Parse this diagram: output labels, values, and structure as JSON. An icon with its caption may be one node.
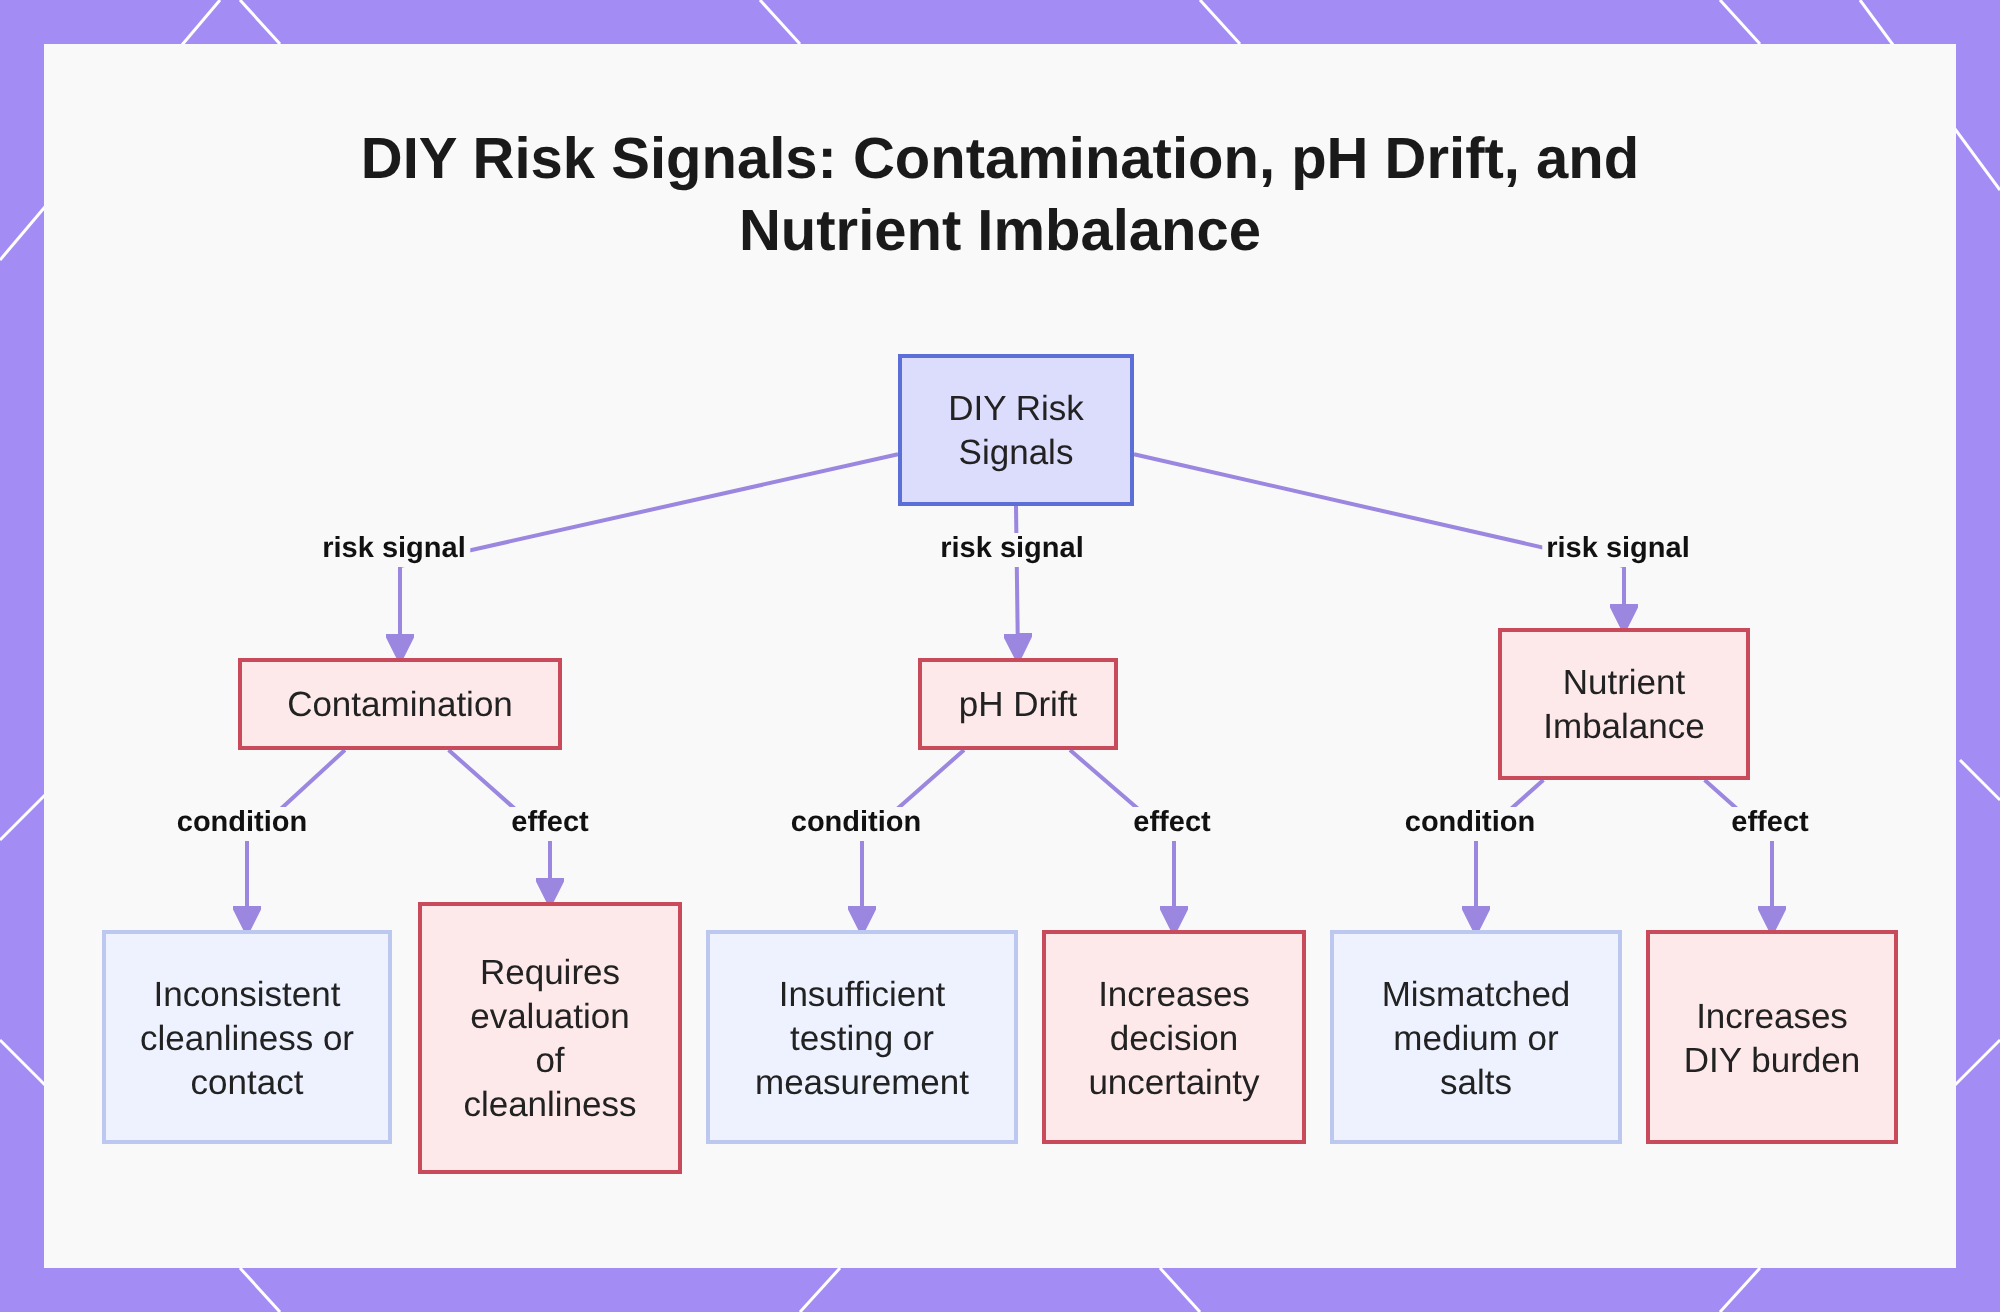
{
  "diagram": {
    "title": "DIY Risk Signals: Contamination, pH Drift, and Nutrient Imbalance",
    "nodes": [
      {
        "text": [
          "DIY Risk Signals"
        ]
      },
      {
        "text": [
          "Contamination"
        ]
      },
      {
        "text": [
          "pH Drift"
        ]
      },
      {
        "text": [
          "Nutrient Imbalance"
        ]
      },
      {
        "text": [
          "Inconsistent cleanliness or contact"
        ]
      },
      {
        "text": [
          "Requires evaluation of cleanliness"
        ]
      },
      {
        "text": [
          "Insufficient testing or measurement"
        ]
      },
      {
        "text": [
          "Increases decision uncertainty"
        ]
      },
      {
        "text": [
          "Mismatched medium or salts"
        ]
      },
      {
        "text": [
          "Increases DIY burden"
        ]
      }
    ],
    "edges": [
      {
        "from": 0,
        "to": 1,
        "arrow": "to",
        "label": "risk signal"
      },
      {
        "from": 0,
        "to": 2,
        "arrow": "to",
        "label": "risk signal"
      },
      {
        "from": 0,
        "to": 3,
        "arrow": "to",
        "label": "risk signal"
      },
      {
        "from": 1,
        "to": 4,
        "arrow": "to",
        "label": "condition"
      },
      {
        "from": 1,
        "to": 5,
        "arrow": "to",
        "label": "effect"
      },
      {
        "from": 2,
        "to": 6,
        "arrow": "to",
        "label": "condition"
      },
      {
        "from": 2,
        "to": 7,
        "arrow": "to",
        "label": "effect"
      },
      {
        "from": 3,
        "to": 8,
        "arrow": "to",
        "label": "condition"
      },
      {
        "from": 3,
        "to": 9,
        "arrow": "to",
        "label": "effect"
      }
    ]
  }
}
